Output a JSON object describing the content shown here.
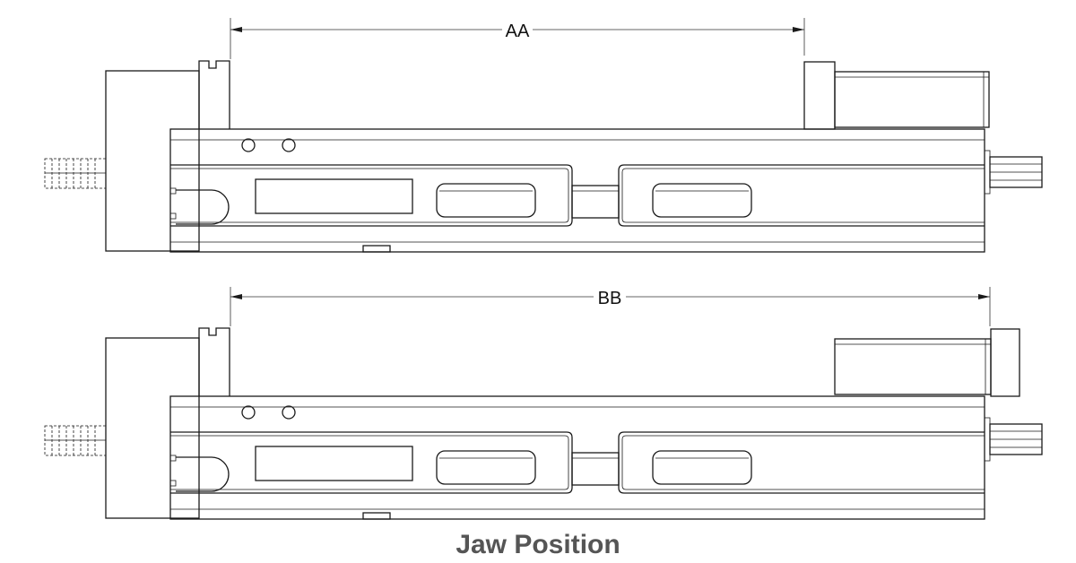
{
  "views": [
    {
      "id": "closed",
      "dimension_label": "AA"
    },
    {
      "id": "open",
      "dimension_label": "BB"
    }
  ],
  "caption": "Jaw Position"
}
